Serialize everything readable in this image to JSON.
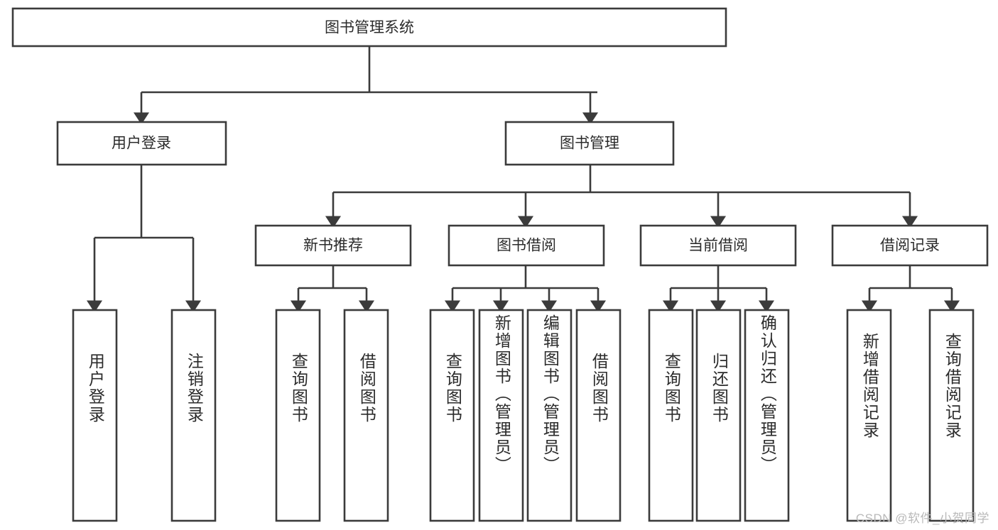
{
  "diagram": {
    "title": "图书管理系统",
    "watermark": "CSDN @软件_小贺同学",
    "type": "tree-hierarchy",
    "orientation": "top-down",
    "root": {
      "id": "root",
      "label": "图书管理系统"
    },
    "level2": [
      {
        "id": "user-login",
        "label": "用户登录"
      },
      {
        "id": "book-manage",
        "label": "图书管理"
      }
    ],
    "level3": [
      {
        "id": "new-book-recommend",
        "label": "新书推荐",
        "parent": "book-manage"
      },
      {
        "id": "book-borrow",
        "label": "图书借阅",
        "parent": "book-manage"
      },
      {
        "id": "current-borrow",
        "label": "当前借阅",
        "parent": "book-manage"
      },
      {
        "id": "borrow-record",
        "label": "借阅记录",
        "parent": "book-manage"
      }
    ],
    "leaves": [
      {
        "id": "leaf-user-login",
        "label": "用户登录",
        "parent": "user-login"
      },
      {
        "id": "leaf-logout-login",
        "label": "注销登录",
        "parent": "user-login"
      },
      {
        "id": "leaf-query-book-1",
        "label": "查询图书",
        "parent": "new-book-recommend"
      },
      {
        "id": "leaf-borrow-book-1",
        "label": "借阅图书",
        "parent": "new-book-recommend"
      },
      {
        "id": "leaf-query-book-2",
        "label": "查询图书",
        "parent": "book-borrow"
      },
      {
        "id": "leaf-add-book",
        "label": "新增图书（管理员）",
        "parent": "book-borrow"
      },
      {
        "id": "leaf-edit-book",
        "label": "编辑图书（管理员）",
        "parent": "book-borrow"
      },
      {
        "id": "leaf-borrow-book-2",
        "label": "借阅图书",
        "parent": "book-borrow"
      },
      {
        "id": "leaf-query-book-3",
        "label": "查询图书",
        "parent": "current-borrow"
      },
      {
        "id": "leaf-return-book",
        "label": "归还图书",
        "parent": "current-borrow"
      },
      {
        "id": "leaf-confirm-return",
        "label": "确认归还（管理员）",
        "parent": "current-borrow"
      },
      {
        "id": "leaf-add-record",
        "label": "新增借阅记录",
        "parent": "borrow-record"
      },
      {
        "id": "leaf-query-record",
        "label": "查询借阅记录",
        "parent": "borrow-record"
      }
    ],
    "colors": {
      "box_stroke": "#3b3b3b",
      "box_fill": "#ffffff",
      "text": "#2b2b2b",
      "background": "#ffffff",
      "watermark": "#b9b9b9"
    }
  }
}
